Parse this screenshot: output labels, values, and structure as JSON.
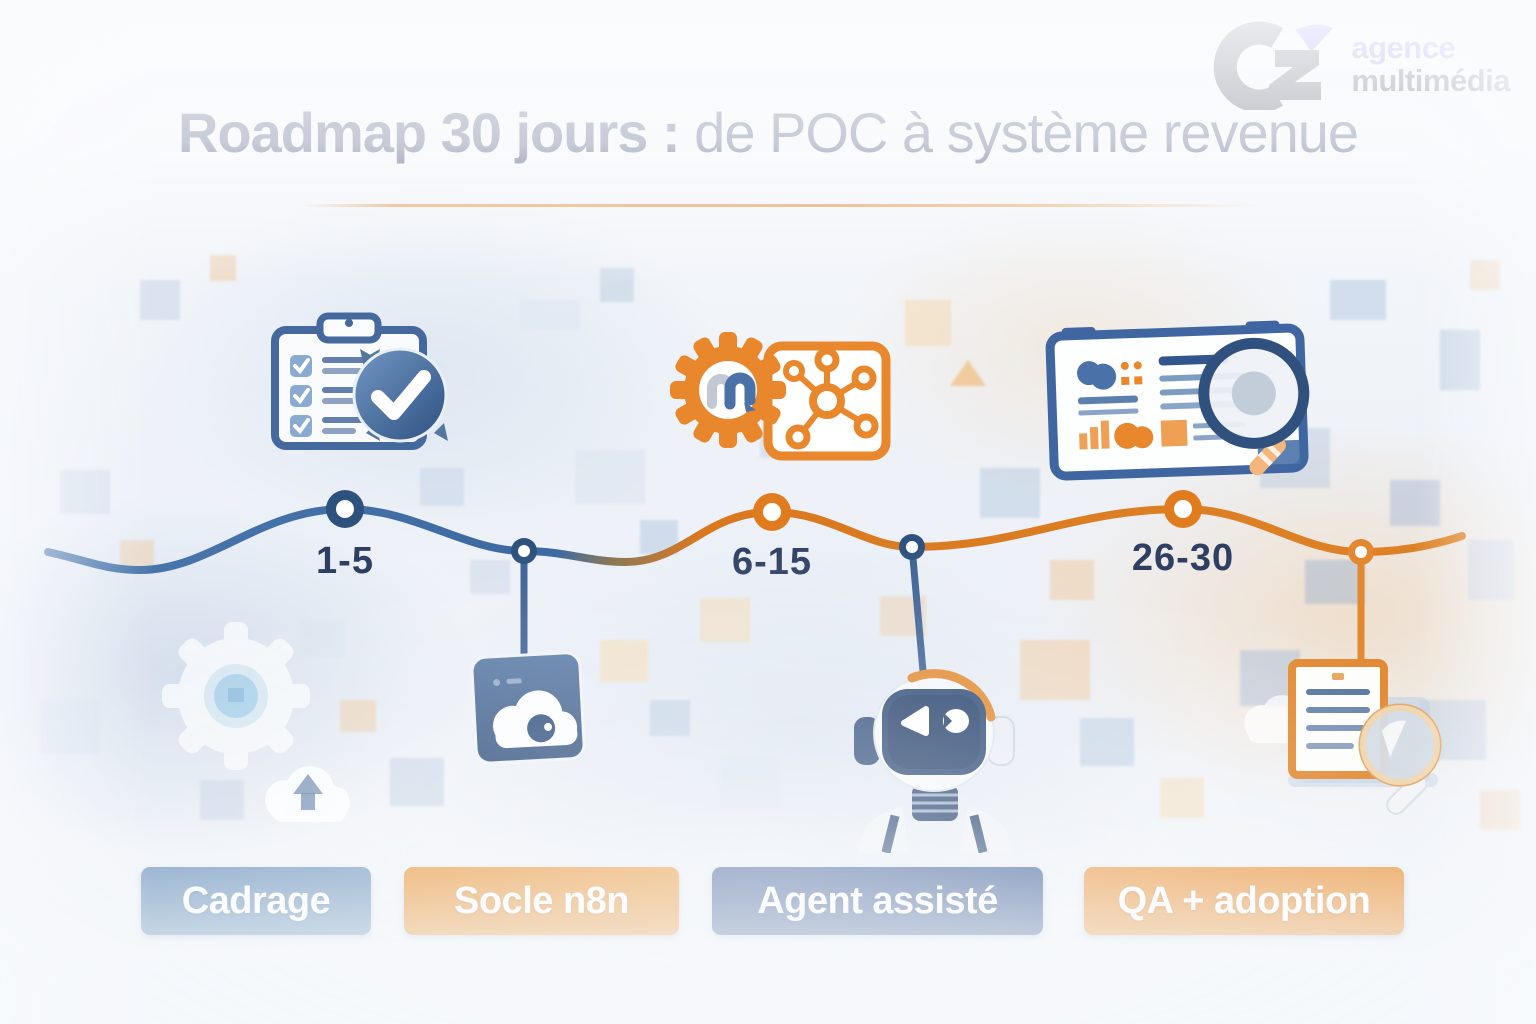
{
  "brand": {
    "logo_text_top": "agence",
    "logo_text_bottom": "multimédia",
    "accent_color": "#6b4cf0",
    "ink_color": "#15152b"
  },
  "header": {
    "title_emphasis": "Roadmap 30 jours :",
    "title_rest": "de POC à système revenue",
    "title_color": "#2d3c66",
    "divider_color": "#e8a45e"
  },
  "timeline": {
    "milestones": [
      {
        "days": "1-5"
      },
      {
        "days": "6-15"
      },
      {
        "days": "26-30"
      }
    ],
    "line_color_start": "#3e6da3",
    "line_color_end": "#e07d20",
    "icons_top": [
      "clipboard-checklist-icon",
      "gear-n8n-workflow-icon",
      "dashboard-report-magnifier-icon"
    ],
    "icons_bottom": [
      "cloud-deploy-icon",
      "assistant-robot-icon",
      "qa-document-magnifier-icon"
    ]
  },
  "phases": [
    {
      "label": "Cadrage",
      "color": "#6e95bc"
    },
    {
      "label": "Socle n8n",
      "color": "#e8912e"
    },
    {
      "label": "Agent assisté",
      "color": "#3d5d94"
    },
    {
      "label": "QA + adoption",
      "color": "#ea963d"
    }
  ]
}
